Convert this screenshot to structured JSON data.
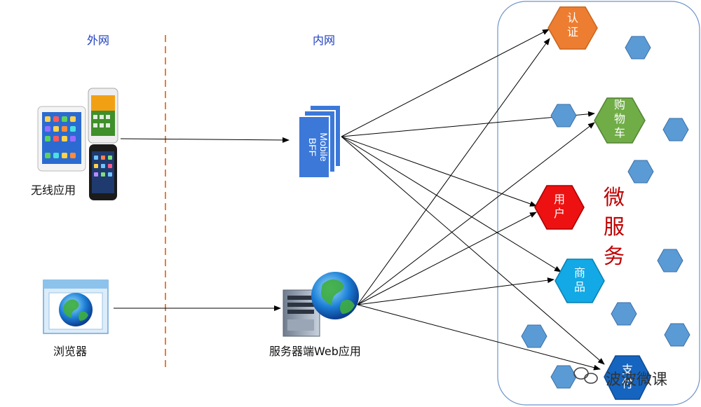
{
  "zones": {
    "outer": "外网",
    "inner": "内网"
  },
  "clients": {
    "wireless": "无线应用",
    "browser": "浏览器"
  },
  "bff": {
    "mobile_label": "Mobile BFF",
    "web_label": "服务器端Web应用"
  },
  "microservices": {
    "title": "微服务",
    "auth": "认证",
    "cart": "购物车",
    "user": "用户",
    "product": "商品",
    "pay": "支付"
  },
  "watermark": "波波微课",
  "colors": {
    "auth": "#ed7d31",
    "cart": "#70ad47",
    "user": "#ee1111",
    "product": "#12a9e6",
    "pay": "#1565c0",
    "small_hex": "#5b9bd5",
    "zone_text": "#1f3fbf",
    "divider": "#ed7d31"
  }
}
